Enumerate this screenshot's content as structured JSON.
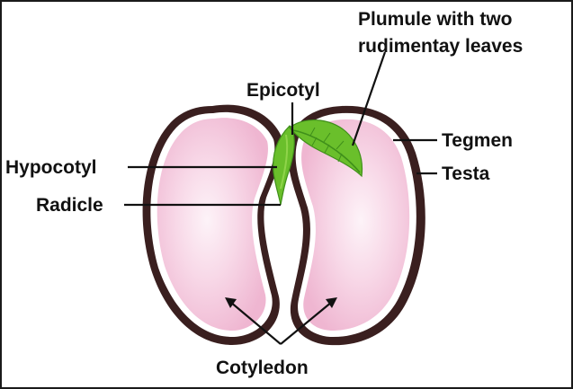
{
  "diagram": {
    "labels": {
      "plumule_line1": "Plumule with two",
      "plumule_line2": "rudimentay leaves",
      "epicotyl": "Epicotyl",
      "tegmen": "Tegmen",
      "testa": "Testa",
      "hypocotyl": "Hypocotyl",
      "radicle": "Radicle",
      "cotyledon": "Cotyledon"
    },
    "colors": {
      "background": "#ffffff",
      "testa": "#3a1f1f",
      "tegmen": "#ffffff",
      "cotyledon_pink": "#f3bfd8",
      "cotyledon_light": "#fbeef5",
      "leaf_green": "#6abf2b",
      "leaf_dark": "#3f8f1a",
      "text": "#111111"
    }
  }
}
